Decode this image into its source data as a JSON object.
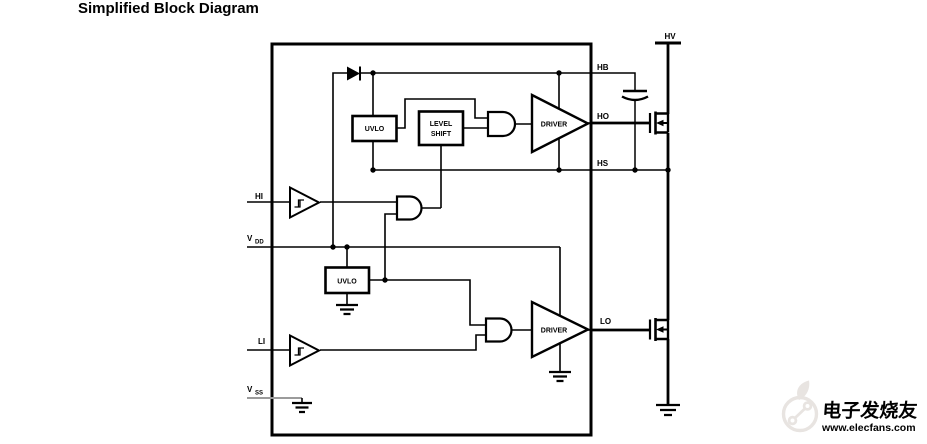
{
  "title": "Simplified Block Diagram",
  "ic": {
    "pins": {
      "hi": "HI",
      "vdd_main": "V",
      "vdd_sub": "DD",
      "li": "LI",
      "vss_main": "V",
      "vss_sub": "SS",
      "hb": "HB",
      "ho": "HO",
      "hs": "HS",
      "lo": "LO"
    },
    "blocks": {
      "uvlo_high": "UVLO",
      "level_shift_line1": "LEVEL",
      "level_shift_line2": "SHIFT",
      "driver_high": "DRIVER",
      "uvlo_low": "UVLO",
      "driver_low": "DRIVER"
    }
  },
  "external": {
    "hv": "HV"
  },
  "watermark": {
    "brand": "电子发烧友",
    "url": "www.elecfans.com"
  },
  "colors": {
    "wire": "#000000",
    "vss_wire": "#9b9b9b",
    "watermark": "#e8e4e1"
  }
}
